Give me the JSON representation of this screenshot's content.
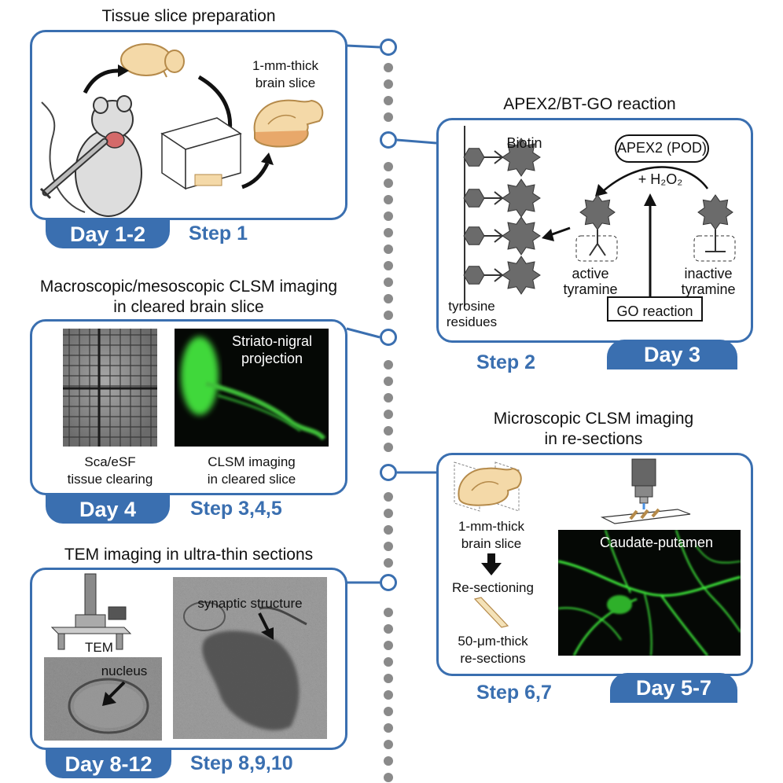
{
  "step1": {
    "title": "Tissue slice preparation",
    "slice_label_1": "1-mm-thick",
    "slice_label_2": "brain slice",
    "day": "Day 1-2",
    "step": "Step 1"
  },
  "step2": {
    "title": "APEX2/BT-GO reaction",
    "biotin": "Biotin",
    "apex2": "APEX2 (POD)",
    "h2o2": "+ H₂O₂",
    "active_1": "active",
    "active_2": "tyramine",
    "inactive_1": "inactive",
    "inactive_2": "tyramine",
    "tyrosine_1": "tyrosine",
    "tyrosine_2": "residues",
    "go_reaction": "GO reaction",
    "step": "Step 2",
    "day": "Day 3"
  },
  "step345": {
    "title_1": "Macroscopic/mesoscopic CLSM imaging",
    "title_2": "in cleared brain slice",
    "image_label": "Striato-nigral",
    "image_label_2": "projection",
    "caption_left_1": "Sca/eSF",
    "caption_left_2": "tissue clearing",
    "caption_right_1": "CLSM imaging",
    "caption_right_2": "in cleared slice",
    "day": "Day 4",
    "step": "Step 3,4,5"
  },
  "step67": {
    "title_1": "Microscopic CLSM imaging",
    "title_2": "in re-sections",
    "slice_1": "1-mm-thick",
    "slice_2": "brain slice",
    "resectioning": "Re-sectioning",
    "resec_1": "50-μm-thick",
    "resec_2": "re-sections",
    "image_label": "Caudate-putamen",
    "step": "Step 6,7",
    "day": "Day 5-7"
  },
  "step8": {
    "title": "TEM imaging in ultra-thin sections",
    "tem": "TEM",
    "nucleus": "nucleus",
    "synaptic": "synaptic structure",
    "day": "Day 8-12",
    "step": "Step 8,9,10"
  },
  "colors": {
    "accent": "#3a6fb0",
    "dots": "#8a8a8a",
    "molecule": "#6b6b6b",
    "green": "#38d43a"
  }
}
